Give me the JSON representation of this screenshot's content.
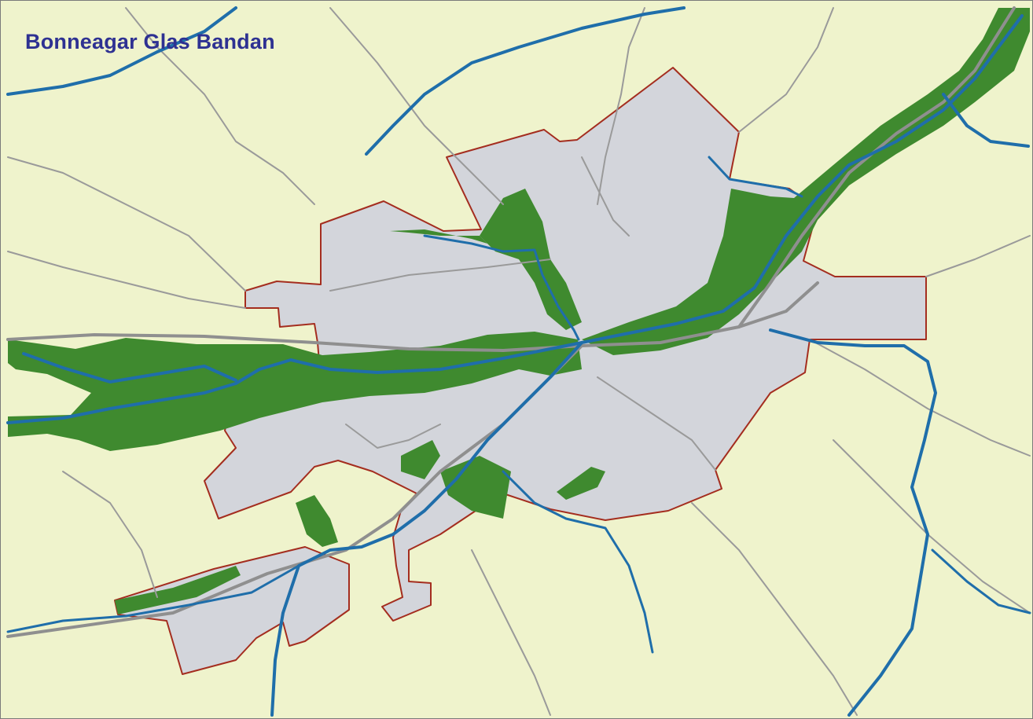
{
  "map": {
    "title": "Bonneagar Glas Bandan",
    "colors": {
      "background": "#eff3cc",
      "urban_area": "#d3d5db",
      "boundary": "#a42d1f",
      "green_infrastructure": "#3f8a2f",
      "river": "#1f6eaa",
      "road": "#9a9a9a",
      "title": "#2e3192",
      "frame": "#7a7a7a"
    },
    "layers": [
      "urban-area",
      "development-boundary",
      "green-infrastructure",
      "rivers",
      "roads"
    ]
  }
}
